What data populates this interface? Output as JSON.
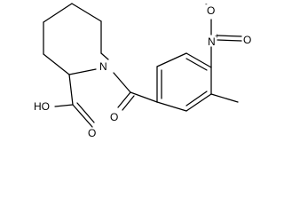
{
  "molecule": {
    "atoms": {
      "n_ring": "N",
      "n_nitro": "N",
      "n_nitro_charge": "+",
      "o_nitro_top": "O",
      "o_nitro_top_charge": "-",
      "o_nitro_right": "O",
      "o_carbonyl": "O",
      "o_acid_carbonyl": "O",
      "o_hydroxyl": "HO"
    }
  }
}
